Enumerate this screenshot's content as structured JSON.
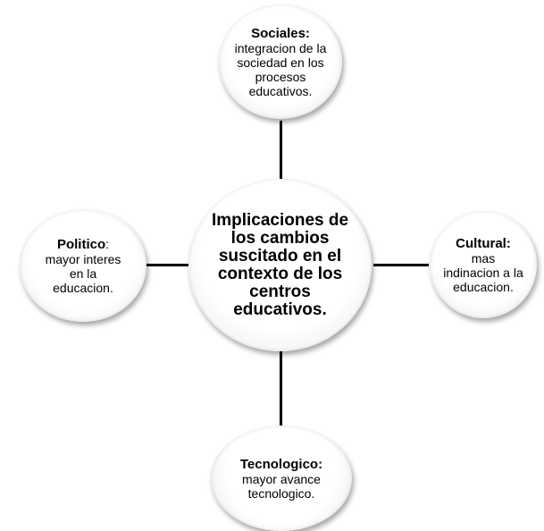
{
  "center": {
    "text": "Implicaciones de los cambios suscitado en el contexto de los centros educativos."
  },
  "nodes": {
    "top": {
      "title": "Sociales:",
      "text": "integracion de la sociedad en los procesos educativos."
    },
    "left": {
      "title": "Politico",
      "suffix": ":",
      "text": "mayor interes en la educacion."
    },
    "right": {
      "title": "Cultural:",
      "text": "mas indinacion a la educacion."
    },
    "bottom": {
      "title": "Tecnologico:",
      "text": "mayor avance tecnologico."
    }
  }
}
